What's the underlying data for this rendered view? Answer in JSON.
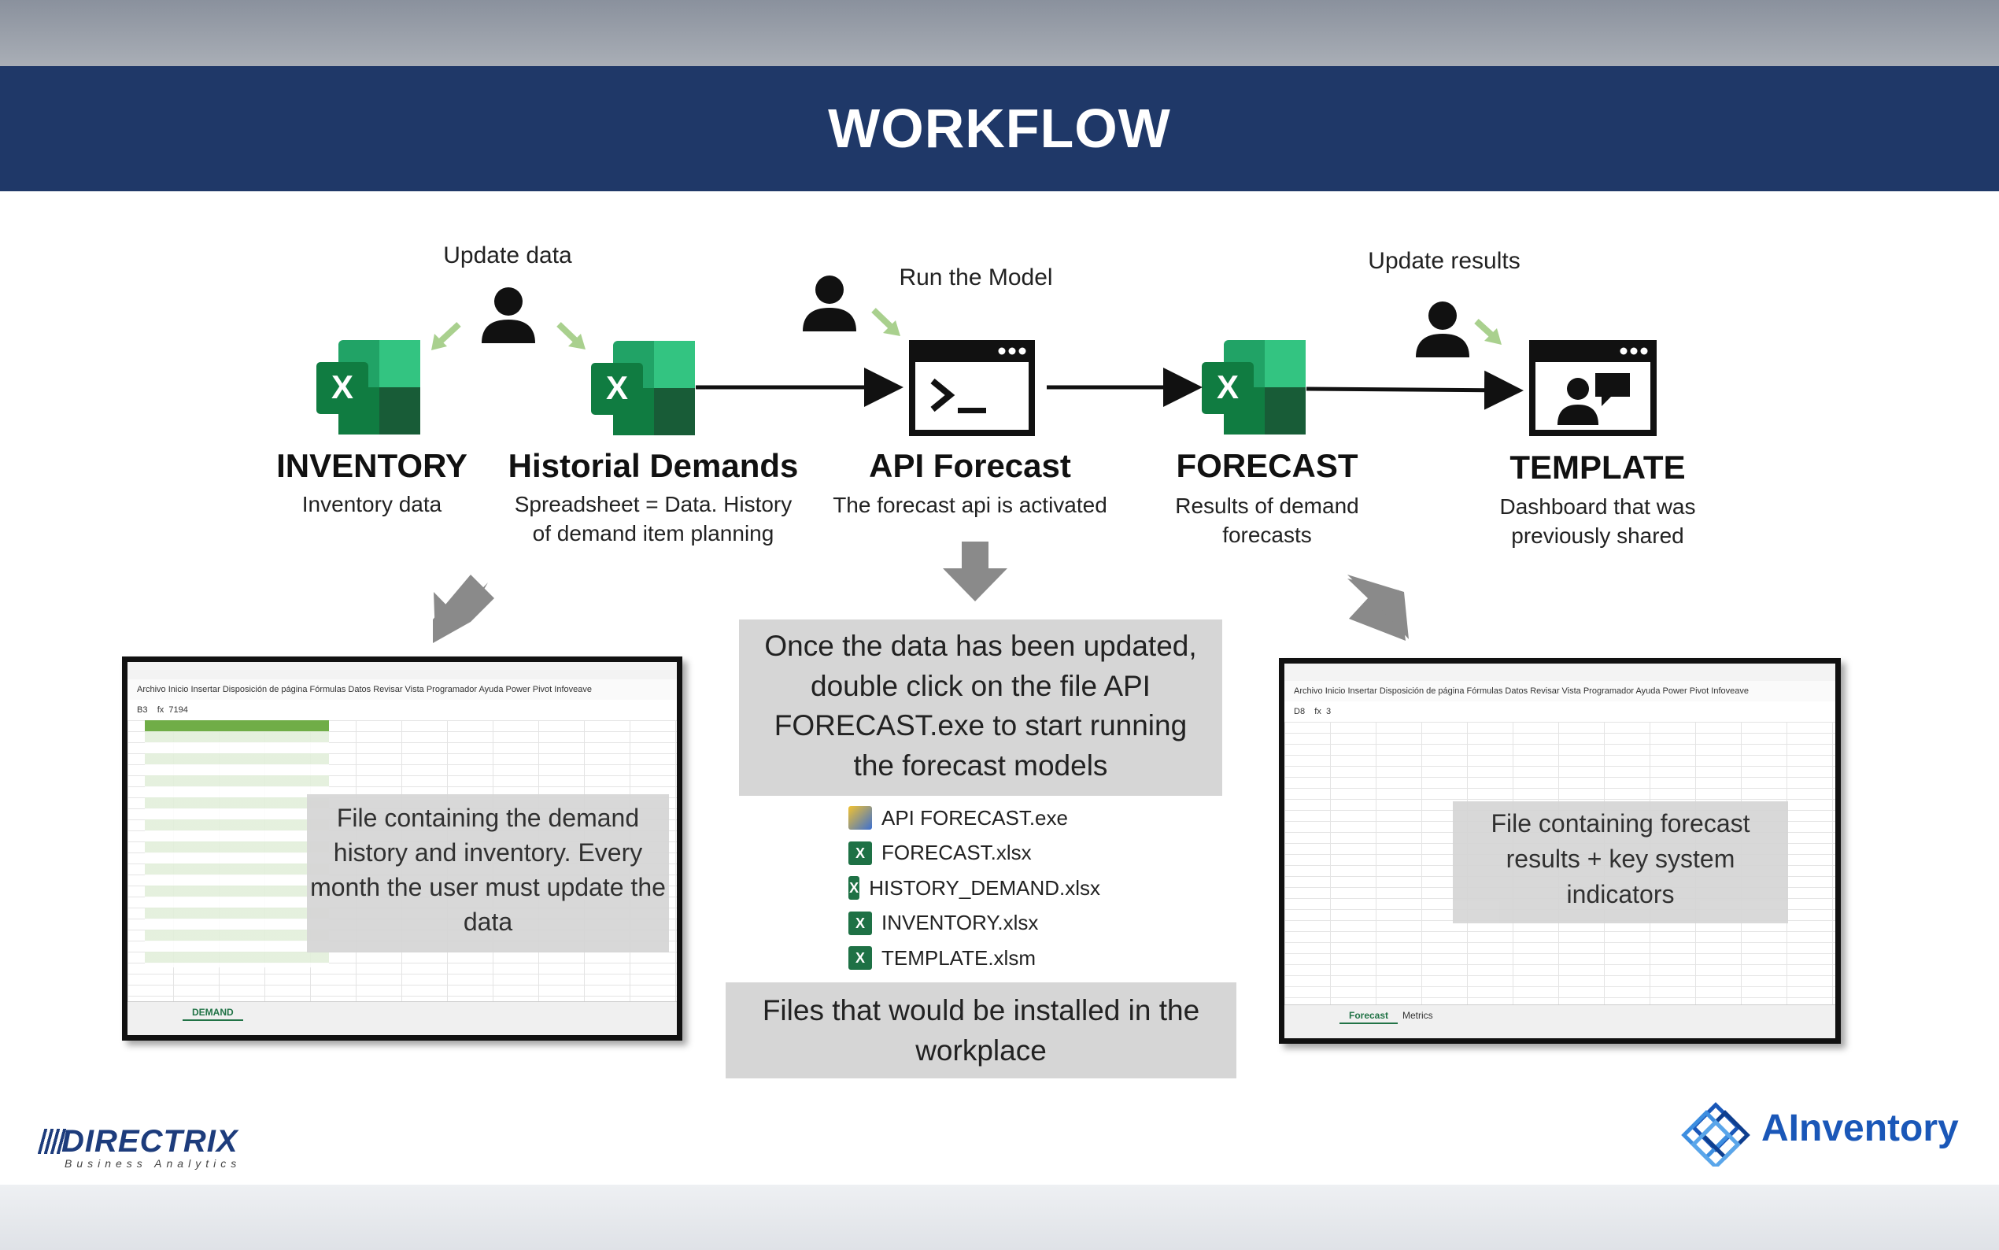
{
  "header": {
    "title": "WORKFLOW"
  },
  "actions": {
    "update_data": "Update data",
    "run_model": "Run the Model",
    "update_results": "Update results"
  },
  "nodes": [
    {
      "title": "INVENTORY",
      "desc": "Inventory data"
    },
    {
      "title": "Historial Demands",
      "desc": "Spreadsheet = Data. History of demand item planning"
    },
    {
      "title": "API Forecast",
      "desc": "The forecast api is activated"
    },
    {
      "title": "FORECAST",
      "desc": "Results of demand forecasts"
    },
    {
      "title": "TEMPLATE",
      "desc": "Dashboard that was previously shared"
    }
  ],
  "notes": {
    "left_sheet": "File containing the demand history and inventory. Every month the user must update the data",
    "center_instructions": "Once the data has been updated, double click on the file API FORECAST.exe to start running the forecast models",
    "center_files": "Files that would be installed in the workplace",
    "right_sheet": "File containing forecast results + key system indicators"
  },
  "files": [
    {
      "name": "API FORECAST.exe",
      "icon": "exe-icon"
    },
    {
      "name": "FORECAST.xlsx",
      "icon": "excel-icon"
    },
    {
      "name": "HISTORY_DEMAND.xlsx",
      "icon": "excel-icon"
    },
    {
      "name": "INVENTORY.xlsx",
      "icon": "excel-icon"
    },
    {
      "name": "TEMPLATE.xlsm",
      "icon": "excel-icon"
    }
  ],
  "sheets": {
    "left_tab": "DEMAND",
    "left_cell": "B3",
    "left_formula": "7194",
    "right_tab": "Forecast",
    "right_tab2": "Metrics",
    "right_cell": "D8",
    "right_formula": "3",
    "ribbon": "Archivo  Inicio  Insertar  Disposición de página  Fórmulas  Datos  Revisar  Vista  Programador  Ayuda  Power Pivot  Infoveave"
  },
  "logos": {
    "left_name": "DIRECTRIX",
    "left_sub": "Business Analytics",
    "right_name": "AInventory"
  },
  "colors": {
    "title_bar": "#1f3868",
    "excel_green": "#1e7145",
    "arrow_green": "#a9d08e",
    "grey_box": "#d6d6d6",
    "brand_blue": "#1a57b8"
  }
}
